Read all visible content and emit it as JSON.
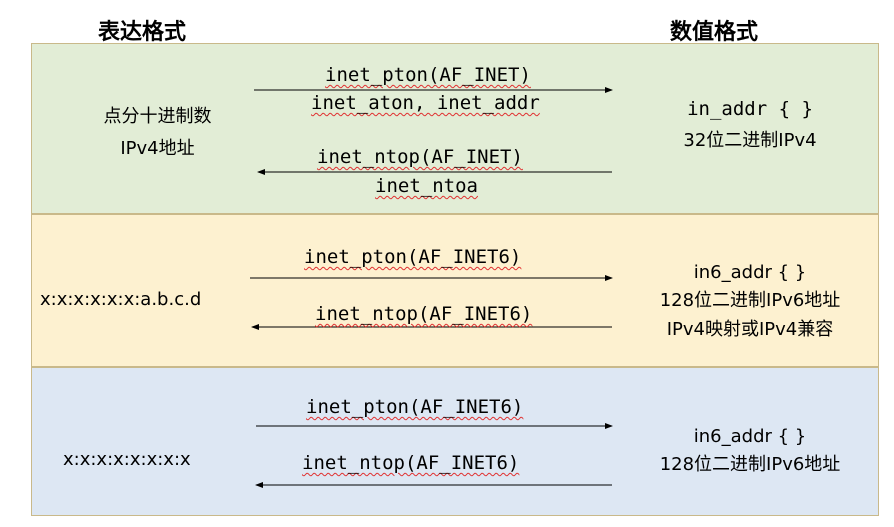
{
  "headers": {
    "left": "表达格式",
    "right": "数值格式"
  },
  "colors": {
    "ipv4_band": "#e2edd6",
    "ipv6_mapped_band": "#fdf1d0",
    "ipv6_band": "#dde7f3",
    "squiggle": "#e03030"
  },
  "rows": [
    {
      "left_lines": [
        "点分十进制数",
        "IPv4地址"
      ],
      "forward": [
        "inet_pton(AF_INET)",
        "inet_aton, inet_addr"
      ],
      "backward": [
        "inet_ntop(AF_INET)",
        "inet_ntoa"
      ],
      "right_lines": [
        "in_addr { }",
        "32位二进制IPv4"
      ]
    },
    {
      "left_lines": [
        "x:x:x:x:x:x:a.b.c.d"
      ],
      "forward": [
        "inet_pton(AF_INET6)"
      ],
      "backward": [
        "inet_ntop(AF_INET6)"
      ],
      "right_lines": [
        "in6_addr { }",
        "128位二进制IPv6地址",
        "IPv4映射或IPv4兼容"
      ]
    },
    {
      "left_lines": [
        "x:x:x:x:x:x:x:x"
      ],
      "forward": [
        "inet_pton(AF_INET6)"
      ],
      "backward": [
        "inet_ntop(AF_INET6)"
      ],
      "right_lines": [
        "in6_addr { }",
        "128位二进制IPv6地址"
      ]
    }
  ]
}
